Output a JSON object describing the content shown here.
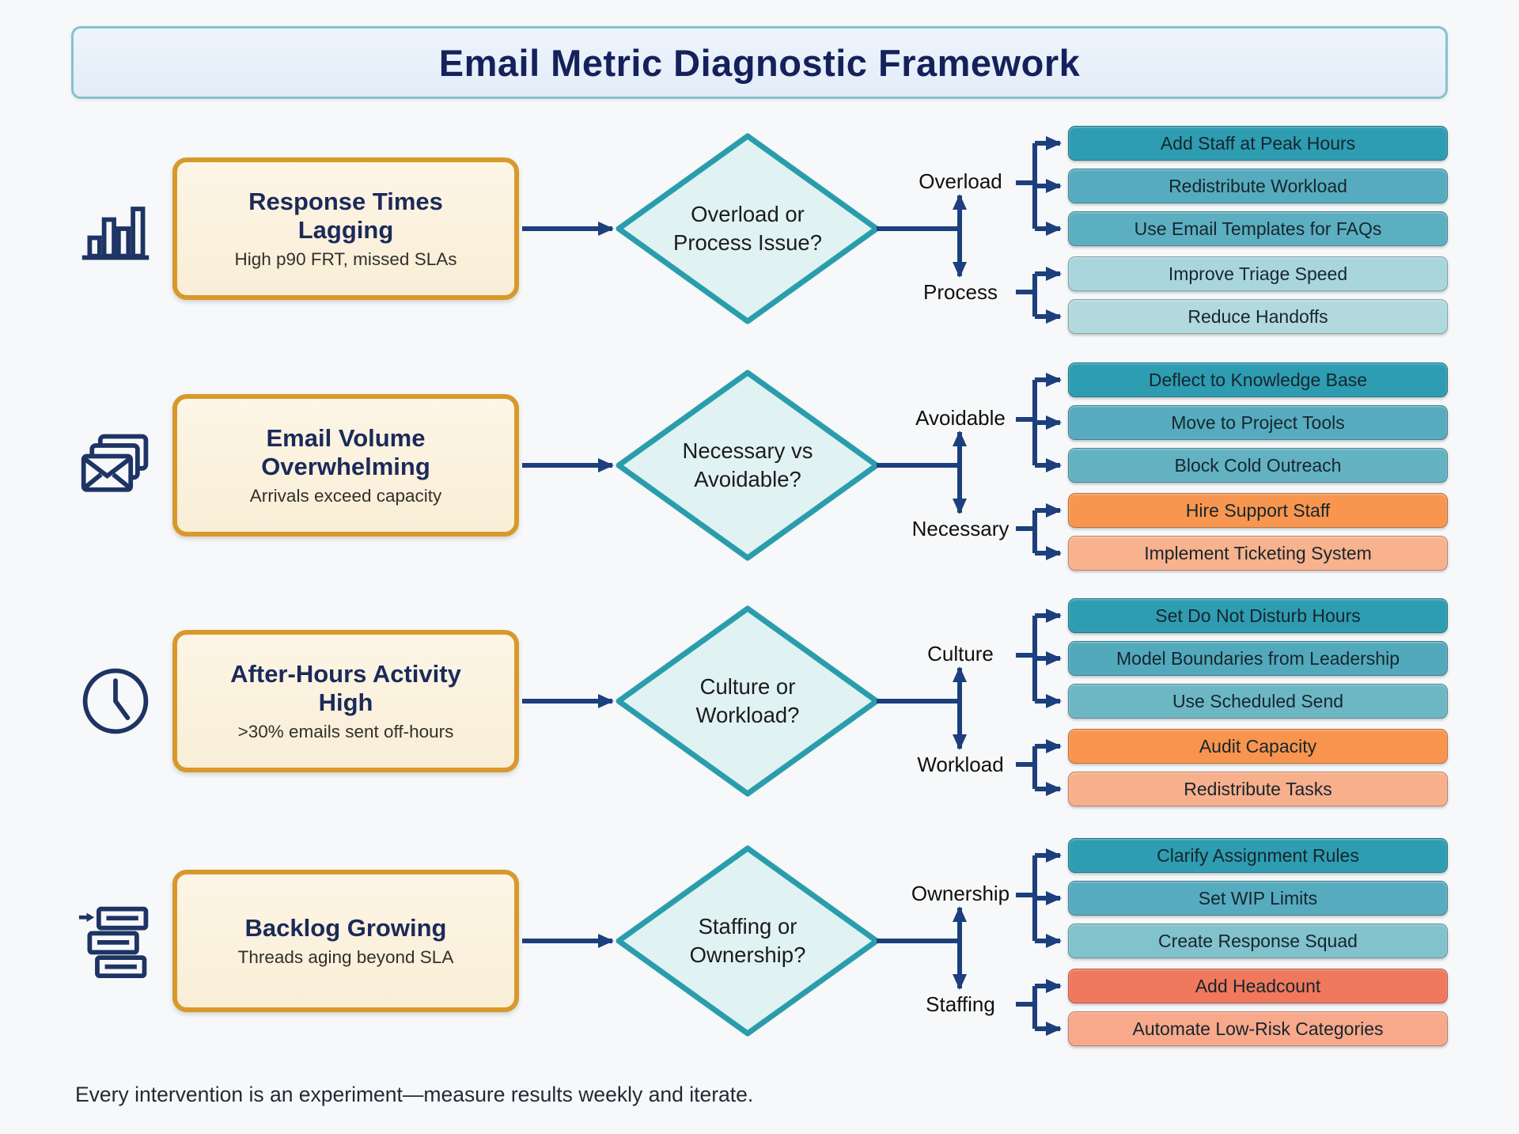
{
  "title": "Email Metric Diagnostic Framework",
  "footer": "Every intervention is an experiment—measure results weekly and iterate.",
  "colors": {
    "connector": "#1c3f7d",
    "diamond_fill": "#e1f2f3",
    "diamond_stroke": "#2a9dad",
    "problem_bg": "#fbf1dc",
    "problem_border": "#d8992c",
    "title_bg": "#e9f1fb",
    "title_border": "#84c3ce",
    "icon_navy": "#1d3464"
  },
  "rows": [
    {
      "icon": "bar-chart-icon",
      "problem": {
        "title": "Response Times Lagging",
        "subtitle": "High p90 FRT, missed SLAs"
      },
      "question": [
        "Overload or",
        "Process Issue?"
      ],
      "branches": [
        {
          "label": "Overload",
          "actions": [
            {
              "label": "Add Staff at Peak Hours",
              "color": "#2e9cb1"
            },
            {
              "label": "Redistribute Workload",
              "color": "#56acbe"
            },
            {
              "label": "Use Email Templates for FAQs",
              "color": "#5cafc0"
            }
          ]
        },
        {
          "label": "Process",
          "actions": [
            {
              "label": "Improve Triage Speed",
              "color": "#a9d6dc"
            },
            {
              "label": "Reduce Handoffs",
              "color": "#b2dade"
            }
          ]
        }
      ]
    },
    {
      "icon": "envelopes-icon",
      "problem": {
        "title": "Email Volume Overwhelming",
        "subtitle": "Arrivals exceed capacity"
      },
      "question": [
        "Necessary vs",
        "Avoidable?"
      ],
      "branches": [
        {
          "label": "Avoidable",
          "actions": [
            {
              "label": "Deflect to Knowledge Base",
              "color": "#2e9cb1"
            },
            {
              "label": "Move to Project Tools",
              "color": "#56acbe"
            },
            {
              "label": "Block Cold Outreach",
              "color": "#63b2c2"
            }
          ]
        },
        {
          "label": "Necessary",
          "actions": [
            {
              "label": "Hire Support Staff",
              "color": "#f8964f"
            },
            {
              "label": "Implement Ticketing System",
              "color": "#f9b28e"
            }
          ]
        }
      ]
    },
    {
      "icon": "clock-icon",
      "problem": {
        "title": "After-Hours Activity High",
        "subtitle": ">30% emails sent off-hours"
      },
      "question": [
        "Culture or",
        "Workload?"
      ],
      "branches": [
        {
          "label": "Culture",
          "actions": [
            {
              "label": "Set Do Not Disturb Hours",
              "color": "#2e9cb1"
            },
            {
              "label": "Model Boundaries from Leadership",
              "color": "#52a9bb"
            },
            {
              "label": "Use Scheduled Send",
              "color": "#6db7c5"
            }
          ]
        },
        {
          "label": "Workload",
          "actions": [
            {
              "label": "Audit Capacity",
              "color": "#f8944d"
            },
            {
              "label": "Redistribute Tasks",
              "color": "#f8af8c"
            }
          ]
        }
      ]
    },
    {
      "icon": "backlog-icon",
      "problem": {
        "title": "Backlog Growing",
        "subtitle": "Threads aging beyond SLA"
      },
      "question": [
        "Staffing or",
        "Ownership?"
      ],
      "branches": [
        {
          "label": "Ownership",
          "actions": [
            {
              "label": "Clarify Assignment Rules",
              "color": "#2e9cb1"
            },
            {
              "label": "Set WIP Limits",
              "color": "#56acbe"
            },
            {
              "label": "Create Response Squad",
              "color": "#82c2cc"
            }
          ]
        },
        {
          "label": "Staffing",
          "actions": [
            {
              "label": "Add Headcount",
              "color": "#f0785c"
            },
            {
              "label": "Automate Low-Risk Categories",
              "color": "#f8a88b"
            }
          ]
        }
      ]
    }
  ]
}
